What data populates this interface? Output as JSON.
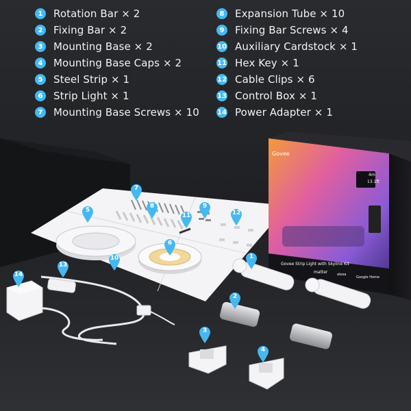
{
  "components": {
    "left": [
      {
        "num": "1",
        "label": "Rotation Bar × 2"
      },
      {
        "num": "2",
        "label": "Fixing Bar × 2"
      },
      {
        "num": "3",
        "label": "Mounting Base × 2"
      },
      {
        "num": "4",
        "label": "Mounting Base Caps × 2"
      },
      {
        "num": "5",
        "label": "Steel Strip × 1"
      },
      {
        "num": "6",
        "label": "Strip Light × 1"
      },
      {
        "num": "7",
        "label": "Mounting Base Screws × 10"
      }
    ],
    "right": [
      {
        "num": "8",
        "label": "Expansion Tube × 10"
      },
      {
        "num": "9",
        "label": "Fixing Bar Screws × 4"
      },
      {
        "num": "10",
        "label": "Auxiliary Cardstock × 1"
      },
      {
        "num": "11",
        "label": "Hex Key × 1"
      },
      {
        "num": "12",
        "label": "Cable Clips × 6"
      },
      {
        "num": "13",
        "label": "Control Box × 1"
      },
      {
        "num": "14",
        "label": "Power Adapter × 1"
      }
    ]
  },
  "callouts": [
    "7",
    "8",
    "9",
    "11",
    "12",
    "5",
    "6",
    "10",
    "1",
    "13",
    "14",
    "2",
    "3",
    "4"
  ],
  "box": {
    "brand": "Govee",
    "title": "Govee Strip Light with Skyline Kit",
    "size_top": "4m",
    "size_bottom": "13.1ft",
    "badges": [
      "matter",
      "alexa",
      "Google Home"
    ]
  },
  "colors": {
    "accent": "#45b8f2",
    "text": "#f2f2f2"
  }
}
